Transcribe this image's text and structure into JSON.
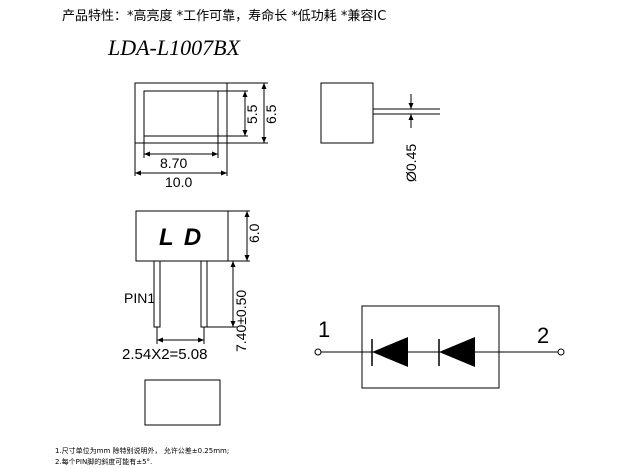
{
  "header": {
    "features": "产品特性：*高亮度 *工作可靠，寿命长 *低功耗 *兼容IC",
    "model": "LDA-L1007BX"
  },
  "top_view": {
    "inner_width": "8.70",
    "outer_width": "10.0",
    "inner_height": "5.5",
    "outer_height": "6.5"
  },
  "side_view": {
    "pin_diameter": "Ø0.45"
  },
  "front_view": {
    "marking": "L D",
    "body_height": "6.0",
    "pin_length": "7.40±0.50",
    "pin_label": "PIN1",
    "pin_pitch": "2.54X2=5.08"
  },
  "circuit": {
    "pin1": "1",
    "pin2": "2"
  },
  "notes": [
    "1.尺寸单位为mm  除特别说明外， 允许公差±0.25mm;",
    "2.每个PIN脚的斜度可能有±5°."
  ]
}
